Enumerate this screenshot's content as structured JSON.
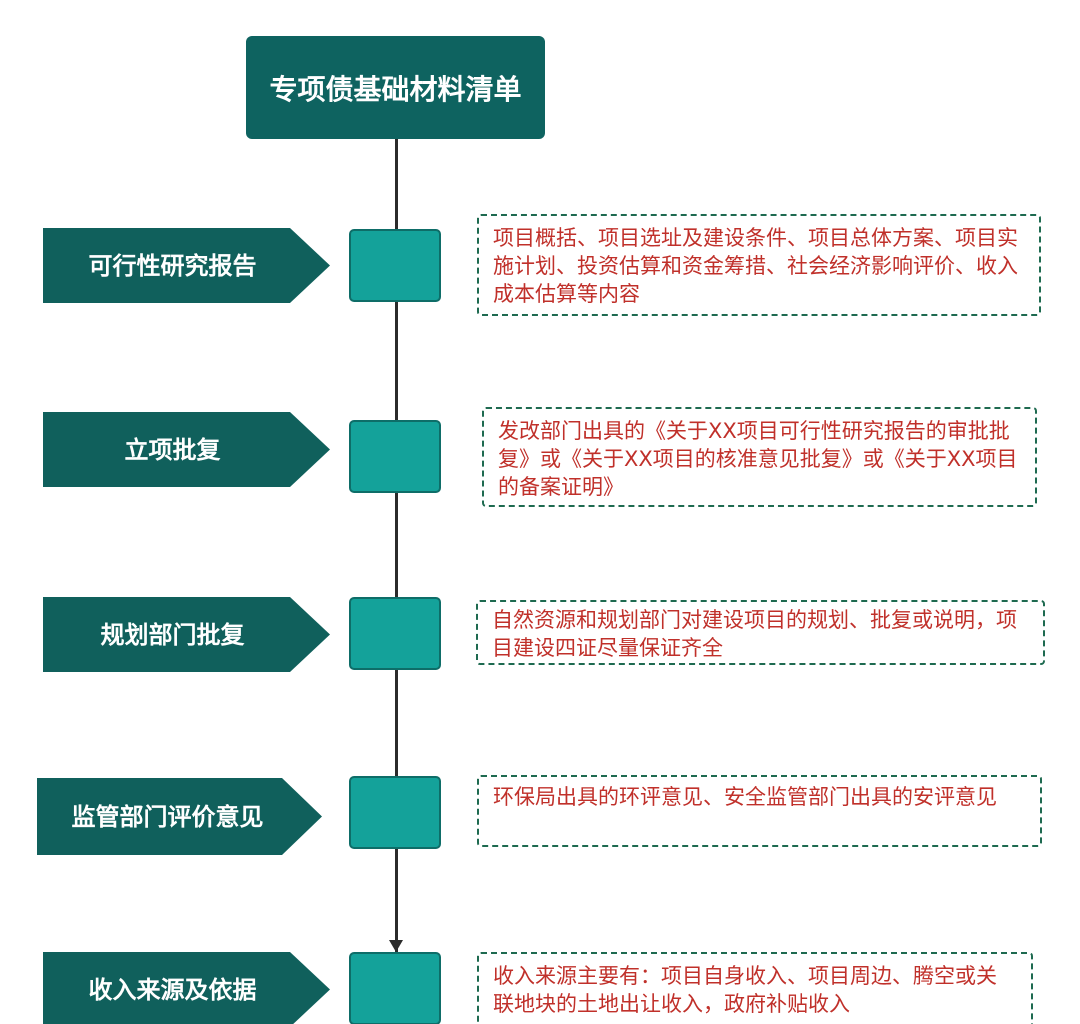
{
  "title": "专项债基础材料清单",
  "stages": [
    {
      "label": "可行性研究报告",
      "description": "项目概括、项目选址及建设条件、项目总体方案、项目实施计划、投资估算和资金筹措、社会经济影响评价、收入成本估算等内容"
    },
    {
      "label": "立项批复",
      "description": "发改部门出具的《关于XX项目可行性研究报告的审批批复》或《关于XX项目的核准意见批复》或《关于XX项目的备案证明》"
    },
    {
      "label": "规划部门批复",
      "description": "自然资源和规划部门对建设项目的规划、批复或说明，项目建设四证尽量保证齐全"
    },
    {
      "label": "监管部门评价意见",
      "description": "环保局出具的环评意见、安全监管部门出具的安评意见"
    },
    {
      "label": "收入来源及依据",
      "description": "收入来源主要有：项目自身收入、项目周边、腾空或关联地块的土地出让收入，政府补贴收入"
    }
  ],
  "colors": {
    "title_bg": "#0e6360",
    "label_bg": "#10605c",
    "node_fill": "#14a29a",
    "desc_border": "#1e6a50",
    "desc_text": "#c0302a"
  }
}
